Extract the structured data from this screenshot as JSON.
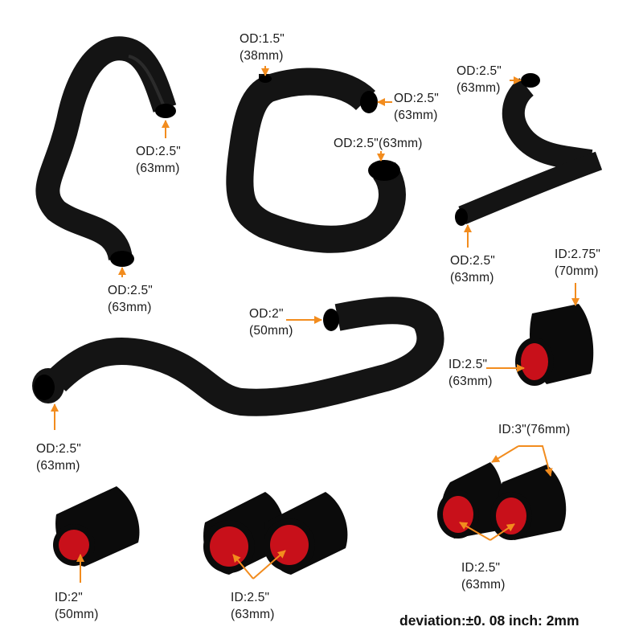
{
  "colors": {
    "pipe": "#141414",
    "pipe_highlight": "#3a3a3a",
    "silicone": "#0b0b0b",
    "silicone_inner": "#c8101a",
    "arrow": "#f28c1e",
    "text": "#1a1a1a",
    "background": "#ffffff"
  },
  "labels": {
    "p1_top": {
      "line1": "OD:2.5\"",
      "line2": "(63mm)"
    },
    "p1_bottom": {
      "line1": "OD:2.5\"",
      "line2": "(63mm)"
    },
    "p2_stub": {
      "line1": "OD:1.5\"",
      "line2": "(38mm)"
    },
    "p2_right": {
      "line1": "OD:2.5\"",
      "line2": "(63mm)"
    },
    "p2_bottom": {
      "line1": "OD:2.5\"(63mm)"
    },
    "p3_top": {
      "line1": "OD:2.5\"",
      "line2": "(63mm)"
    },
    "p3_bottom": {
      "line1": "OD:2.5\"",
      "line2": "(63mm)"
    },
    "reducer_big": {
      "line1": "ID:2.75\"",
      "line2": "(70mm)"
    },
    "reducer_small": {
      "line1": "ID:2.5\"",
      "line2": "(63mm)"
    },
    "p4_end": {
      "line1": "OD:2\"",
      "line2": "(50mm)"
    },
    "p4_start": {
      "line1": "OD:2.5\"",
      "line2": "(63mm)"
    },
    "pair_big": {
      "line1": "ID:3\"(76mm)"
    },
    "pair_small": {
      "line1": "ID:2.5\"",
      "line2": "(63mm)"
    },
    "coupler_small": {
      "line1": "ID:2\"",
      "line2": "(50mm)"
    },
    "coupler_pair": {
      "line1": "ID:2.5\"",
      "line2": "(63mm)"
    }
  },
  "note": "deviation:±0. 08 inch: 2mm"
}
